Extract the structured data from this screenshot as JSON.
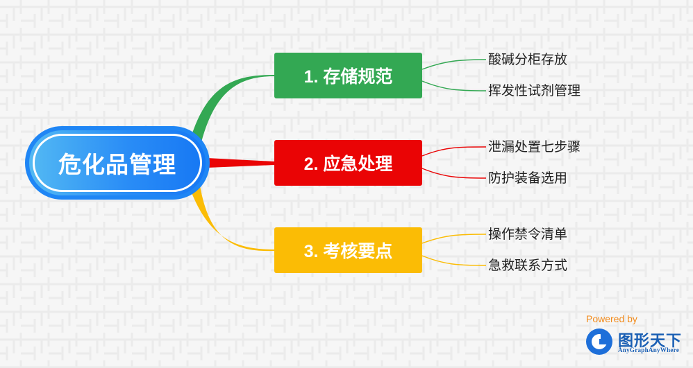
{
  "root": {
    "label": "危化品管理"
  },
  "branches": [
    {
      "label": "1. 存储规范",
      "color": "#33a853",
      "children": [
        "酸碱分柜存放",
        "挥发性试剂管理"
      ]
    },
    {
      "label": "2. 应急处理",
      "color": "#ea0405",
      "children": [
        "泄漏处置七步骤",
        "防护装备选用"
      ]
    },
    {
      "label": "3. 考核要点",
      "color": "#fbbc05",
      "children": [
        "操作禁令清单",
        "急救联系方式"
      ]
    }
  ],
  "watermark": {
    "powered_by": "Powered by",
    "brand": "图形天下",
    "brand_sub": "AnyGraphAnyWhere",
    "icon": "anygraph-logo-icon"
  }
}
